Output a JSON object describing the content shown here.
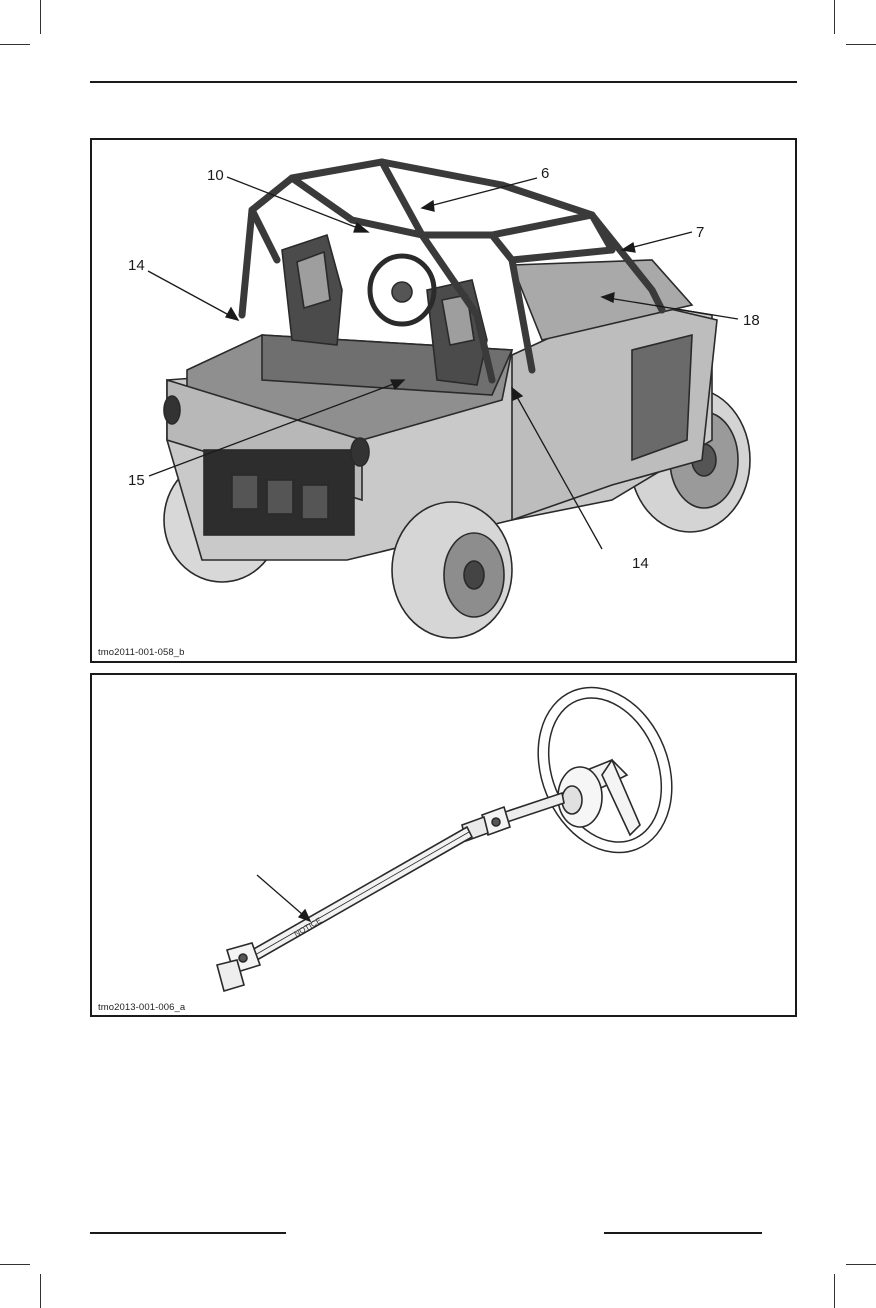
{
  "figure1": {
    "code": "tmo2011-001-058_b",
    "callouts": [
      "10",
      "6",
      "14",
      "7",
      "18",
      "15",
      "14"
    ]
  },
  "figure2": {
    "code": "tmo2013-001-006_a",
    "shaft_marking": "NOTICE"
  }
}
